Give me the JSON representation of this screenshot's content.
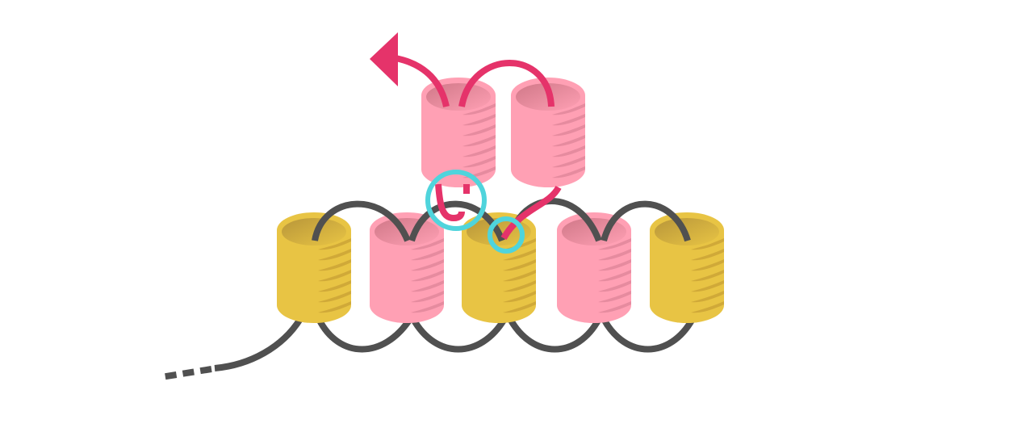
{
  "colors": {
    "background": "#ffffff",
    "yellow_helix": "#e8c444",
    "pink_helix": "#ffa0b4",
    "loop_gray": "#505050",
    "loop_pink": "#e5336a",
    "highlight_circle": "#4fd4dc"
  },
  "bottom_row": [
    "yellow",
    "pink",
    "yellow",
    "pink",
    "yellow"
  ],
  "top_row": [
    "pink",
    "pink"
  ]
}
